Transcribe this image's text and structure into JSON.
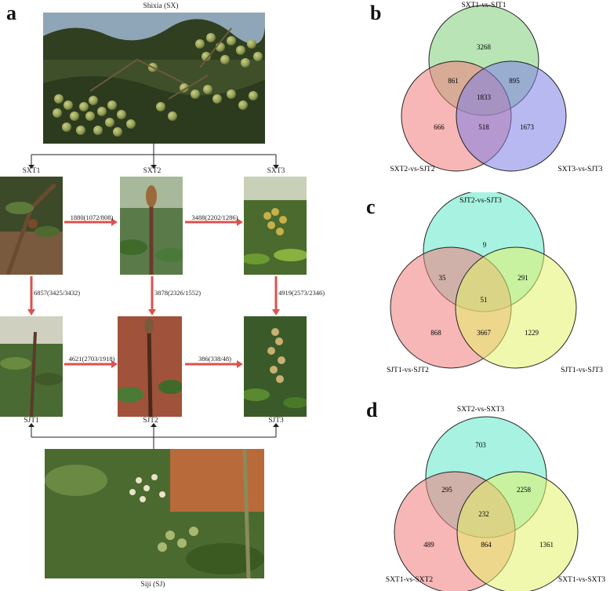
{
  "panels": {
    "a": "a",
    "b": "b",
    "c": "c",
    "d": "d"
  },
  "panel_a": {
    "top_caption": "Shixia (SX)",
    "bottom_caption": "Siji (SJ)",
    "sxt_labels": [
      "SXT1",
      "SXT2",
      "SXT3"
    ],
    "sjt_labels": [
      "SJT1",
      "SJT2",
      "SJT3"
    ],
    "horizontal_top": [
      "1880(1072/808)",
      "3488(2202/1286)"
    ],
    "vertical": [
      "6857(3425/3432)",
      "3878(2326/1552)",
      "4919(2573/2346)"
    ],
    "horizontal_bottom": [
      "4621(2703/1918)",
      "386(338/48)"
    ],
    "arrow_color": "#d9534f"
  },
  "venn_b": {
    "labels": {
      "top": "SXT1-vs-SJT1",
      "left": "SXT2-vs-SJT2",
      "right": "SXT3-vs-SJT3"
    },
    "values": {
      "top_only": "3268",
      "top_left": "861",
      "top_right": "895",
      "center": "1833",
      "left_only": "666",
      "left_right": "518",
      "right_only": "1673"
    },
    "colors": {
      "top": "#7fcf7a",
      "left": "#f07c7c",
      "right": "#7f7fe6"
    }
  },
  "venn_c": {
    "labels": {
      "top": "SJT2-vs-SJT3",
      "left": "SJT1-vs-SJT2",
      "right": "SJT1-vs-SJT3"
    },
    "values": {
      "top_only": "9",
      "top_left": "35",
      "top_right": "291",
      "center": "51",
      "left_only": "868",
      "left_right": "3667",
      "right_only": "1229"
    },
    "colors": {
      "top": "#5fe8c8",
      "left": "#f07c7c",
      "right": "#e4f26a"
    }
  },
  "venn_d": {
    "labels": {
      "top": "SXT2-vs-SXT3",
      "left": "SXT1-vs-SXT2",
      "right": "SXT1-vs-SXT3"
    },
    "values": {
      "top_only": "703",
      "top_left": "295",
      "top_right": "2258",
      "center": "232",
      "left_only": "489",
      "left_right": "864",
      "right_only": "1361"
    },
    "colors": {
      "top": "#5fe8c8",
      "left": "#f07c7c",
      "right": "#e4f26a"
    }
  }
}
